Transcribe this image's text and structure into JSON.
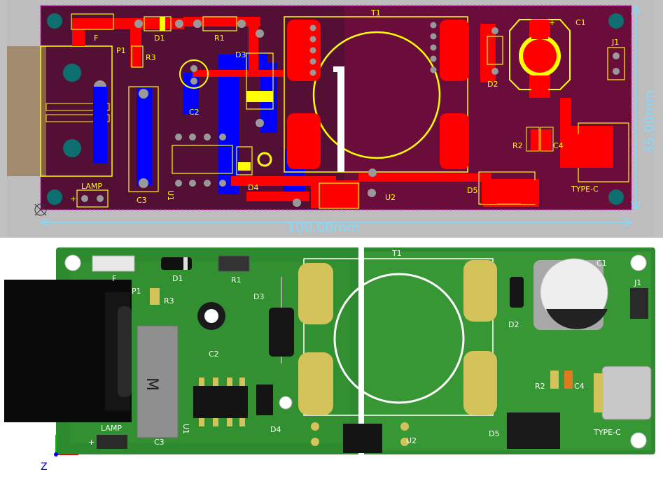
{
  "view2d": {
    "dimension_width": "100.00mm",
    "dimension_height": "35.00mm",
    "designators": {
      "T1": "T1",
      "C1": "C1",
      "J1": "J1",
      "F": "F",
      "D1": "D1",
      "R1": "R1",
      "P1": "P1",
      "R3": "R3",
      "D3": "D3",
      "C2": "C2",
      "D2": "D2",
      "R2": "R2",
      "C4": "C4",
      "U1": "U1",
      "D4": "D4",
      "LAMP": "LAMP",
      "C3": "C3",
      "U2": "U2",
      "D5": "D5",
      "TYPE_C": "TYPE-C",
      "plus": "+",
      "plus_lamp": "+"
    },
    "colors": {
      "background": "#c0c0c0",
      "board_dark": "#1a0f28",
      "top_copper": "#ff0000",
      "bottom_copper": "#0000ff",
      "polygon": "#6b0d3a",
      "silkscreen": "#ffff00",
      "pad": "#c0c0c0",
      "dimension": "#7fdcff",
      "board_outline": "#ff00ff"
    }
  },
  "view3d": {
    "designators": {
      "T1": "T1",
      "C1": "C1",
      "J1": "J1",
      "F": "F",
      "D1": "D1",
      "R1": "R1",
      "P1": "P1",
      "R3": "R3",
      "D3": "D3",
      "C2": "C2",
      "D2": "D2",
      "R2": "R2",
      "C4": "C4",
      "U1": "U1",
      "D4": "D4",
      "LAMP": "LAMP",
      "C3": "C3",
      "U2": "U2",
      "D5": "D5",
      "TYPE_C": "TYPE-C",
      "M": "M",
      "plus_lamp": "+"
    },
    "axis_labels": {
      "z": "Z"
    },
    "colors": {
      "board": "#2e8a2e",
      "board_dark": "#237a23",
      "pad_gold": "#d4c25a",
      "silkscreen": "#ffffff",
      "axis_x": "#ff0000",
      "axis_y": "#00c000",
      "axis_z": "#0000ff"
    }
  }
}
